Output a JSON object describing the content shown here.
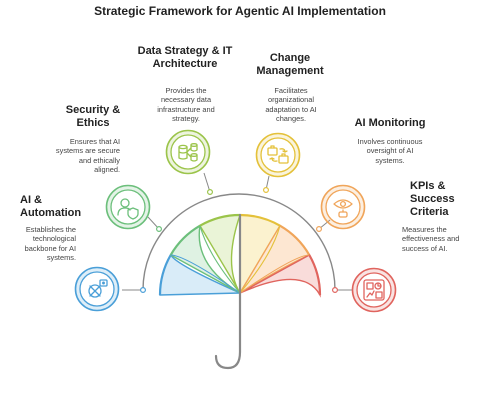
{
  "title": "Strategic Framework for Agentic AI Implementation",
  "colors": {
    "ai_automation": "#4a9fd8",
    "security_ethics": "#6cbf7b",
    "data_strategy": "#9bc44a",
    "change_management": "#e4c13a",
    "ai_monitoring": "#f0a55a",
    "kpis": "#e0645e",
    "umbrella_gray": "#888888"
  },
  "items": [
    {
      "key": "ai_automation",
      "title_lines": [
        "AI &",
        "Automation"
      ],
      "desc_lines": [
        "Establishes the",
        "technological",
        "backbone for AI",
        "systems."
      ],
      "icon": "robot-connection-icon"
    },
    {
      "key": "security_ethics",
      "title_lines": [
        "Security &",
        "Ethics"
      ],
      "desc_lines": [
        "Ensures that AI",
        "systems are secure",
        "and ethically",
        "aligned."
      ],
      "icon": "user-shield-icon"
    },
    {
      "key": "data_strategy",
      "title_lines": [
        "Data Strategy & IT",
        "Architecture"
      ],
      "desc_lines": [
        "Provides the",
        "necessary data",
        "infrastructure and",
        "strategy."
      ],
      "icon": "database-icon"
    },
    {
      "key": "change_management",
      "title_lines": [
        "Change",
        "Management"
      ],
      "desc_lines": [
        "Facilitates",
        "organizational",
        "adaptation to AI",
        "changes."
      ],
      "icon": "briefcase-exchange-icon"
    },
    {
      "key": "ai_monitoring",
      "title_lines": [
        "AI Monitoring"
      ],
      "desc_lines": [
        "Involves continuous",
        "oversight of AI",
        "systems."
      ],
      "icon": "monitoring-eye-icon"
    },
    {
      "key": "kpis",
      "title_lines": [
        "KPIs &",
        "Success",
        "Criteria"
      ],
      "desc_lines": [
        "Measures the",
        "effectiveness and",
        "success of AI."
      ],
      "icon": "dashboard-icon"
    }
  ]
}
